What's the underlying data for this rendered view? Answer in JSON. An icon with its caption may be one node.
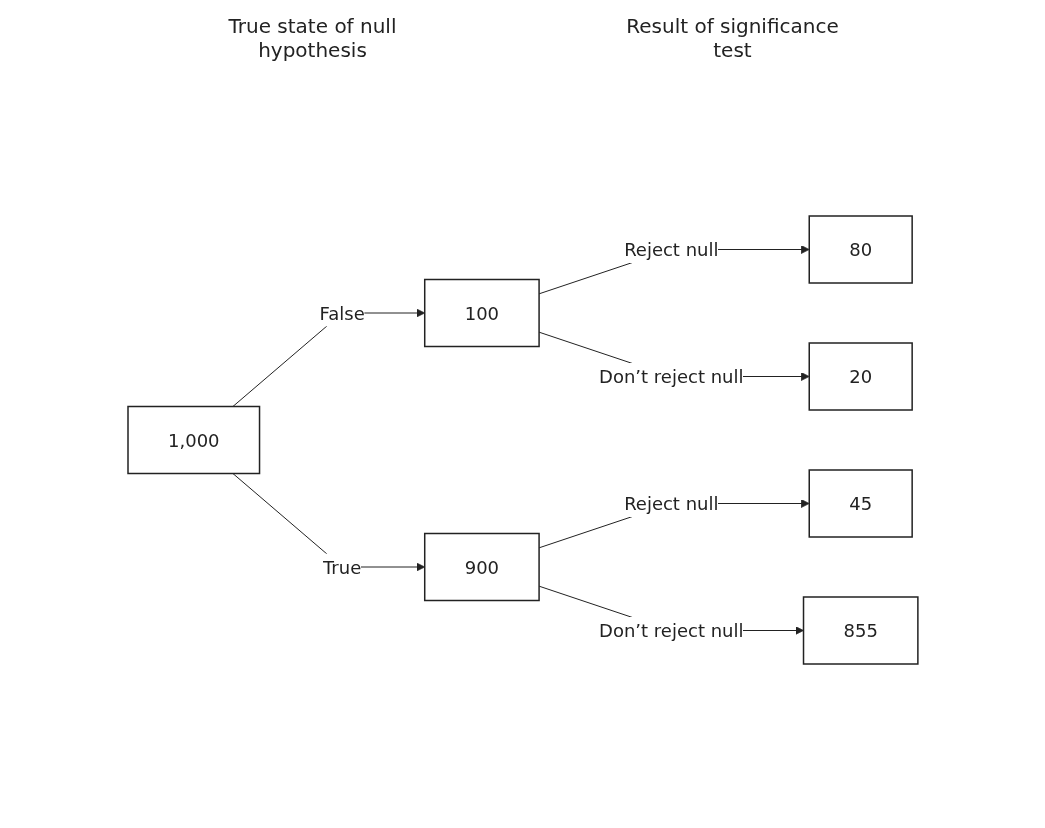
{
  "diagram": {
    "nodes": [
      {
        "text": [
          "1,000"
        ]
      },
      {
        "text": [
          "100"
        ]
      },
      {
        "text": [
          "900"
        ]
      },
      {
        "text": [
          "80"
        ]
      },
      {
        "text": [
          "20"
        ]
      },
      {
        "text": [
          "45"
        ]
      },
      {
        "text": [
          "855"
        ]
      }
    ],
    "edges": [
      {
        "from": 0,
        "to": 1,
        "arrow": "to",
        "label": "False"
      },
      {
        "from": 0,
        "to": 2,
        "arrow": "to",
        "label": "True"
      },
      {
        "from": 1,
        "to": 3,
        "arrow": "to",
        "label": "Reject null"
      },
      {
        "from": 1,
        "to": 4,
        "arrow": "to",
        "label": "Don’t reject null"
      },
      {
        "from": 2,
        "to": 5,
        "arrow": "to",
        "label": "Reject null"
      },
      {
        "from": 2,
        "to": 6,
        "arrow": "to",
        "label": "Don’t reject null"
      }
    ],
    "labels": [
      "True state of null hypothesis",
      "Result of significance test"
    ]
  }
}
